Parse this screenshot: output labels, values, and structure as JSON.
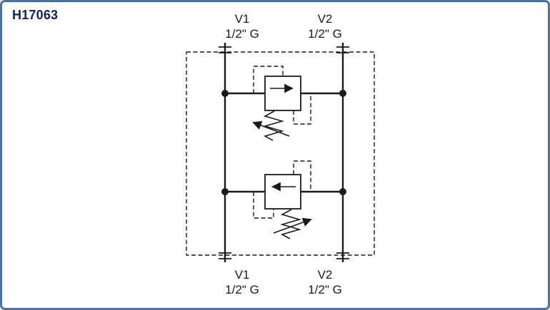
{
  "title": "H17063",
  "schematic": {
    "ports_top": [
      {
        "name": "V1",
        "thread": "1/2\" G"
      },
      {
        "name": "V2",
        "thread": "1/2\" G"
      }
    ],
    "ports_bottom": [
      {
        "name": "V1",
        "thread": "1/2\" G"
      },
      {
        "name": "V2",
        "thread": "1/2\" G"
      }
    ]
  },
  "colors": {
    "frame_border": "#4c72a2",
    "title_text": "#121f63",
    "line": "#1a1a1a",
    "background": "#ffffff"
  }
}
